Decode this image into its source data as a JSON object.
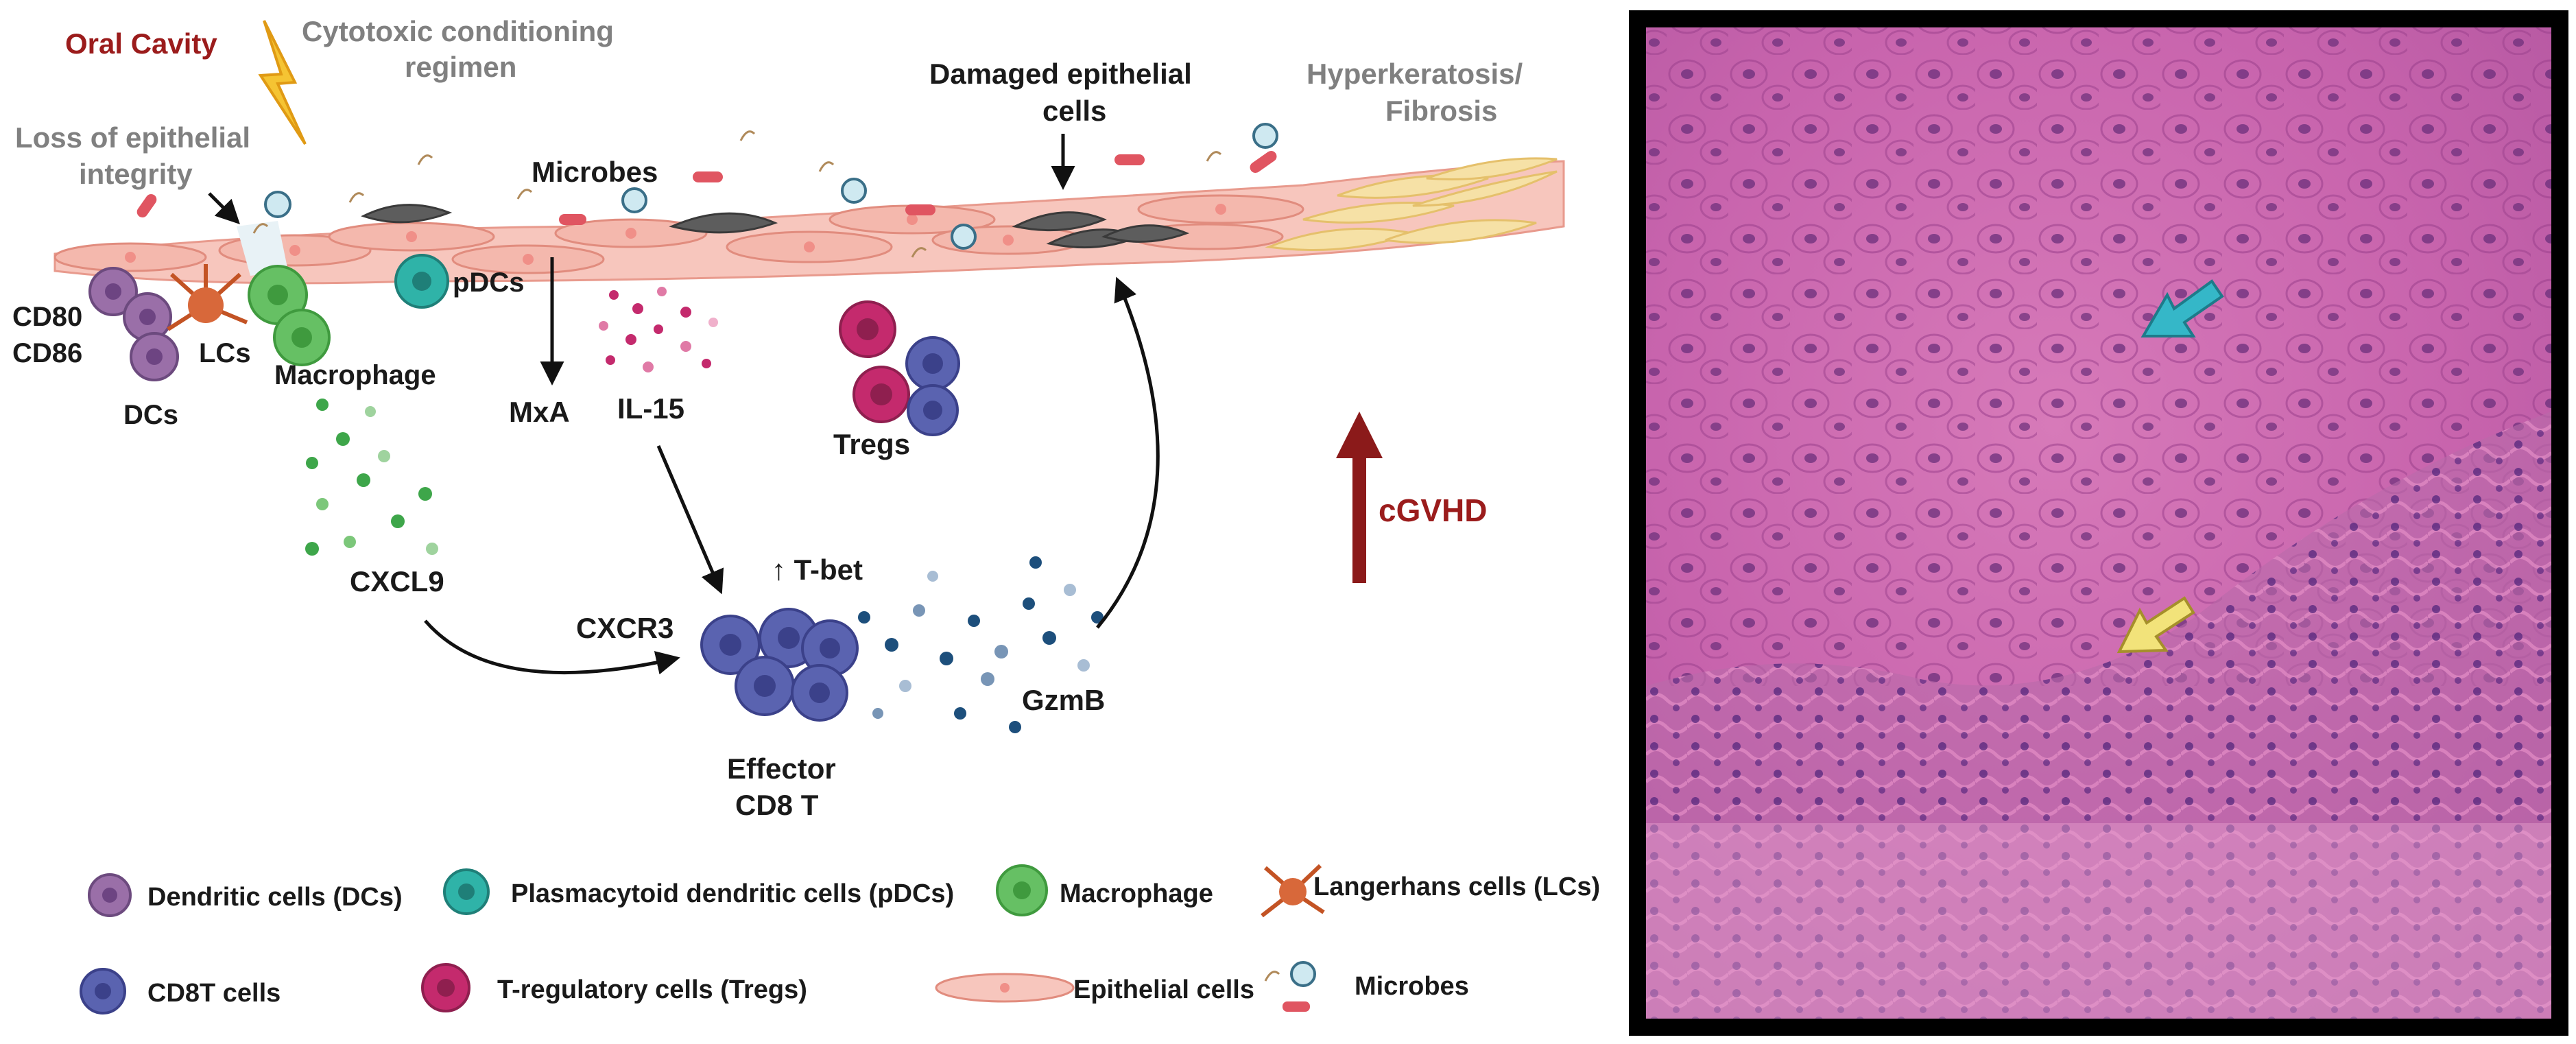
{
  "labels": {
    "oral_cavity": "Oral Cavity",
    "cytotoxic_line1": "Cytotoxic conditioning",
    "cytotoxic_line2": "regimen",
    "loss_line1": "Loss of epithelial",
    "loss_line2": "integrity",
    "microbes": "Microbes",
    "damaged_line1": "Damaged epithelial",
    "damaged_line2": "cells",
    "hyper_line1": "Hyperkeratosis/",
    "hyper_line2": "Fibrosis",
    "cd80": "CD80",
    "cd86": "CD86",
    "lcs": "LCs",
    "dcs": "DCs",
    "pdcs": "pDCs",
    "macrophage": "Macrophage",
    "mxa": "MxA",
    "il15": "IL-15",
    "tregs": "Tregs",
    "cxcl9": "CXCL9",
    "tbet": "↑ T-bet",
    "cxcr3": "CXCR3",
    "gzmb": "GzmB",
    "effector_line1": "Effector",
    "effector_line2": "CD8 T",
    "cgvhd": "cGVHD"
  },
  "legend": {
    "dcs": "Dendritic cells (DCs)",
    "pdcs": "Plasmacytoid dendritic cells (pDCs)",
    "macrophage": "Macrophage",
    "lcs": "Langerhans cells (LCs)",
    "cd8": "CD8T cells",
    "tregs": "T-regulatory cells (Tregs)",
    "epithelial": "Epithelial cells",
    "microbes": "Microbes"
  },
  "colors": {
    "oral_cavity": "#9b1c1c",
    "cgvhd_arrow": "#8b1a1a",
    "epithelium": "#f7c6bd",
    "damaged_cell": "#5d5d5d",
    "keratin": "#f6e1a6",
    "dc": "#9a6fa8",
    "pdc": "#2fb3a8",
    "macrophage": "#66c064",
    "lc": "#d8683a",
    "cd8": "#5a63b0",
    "treg": "#c42a6d",
    "lightning": "#f5c433",
    "histology_bg": "#d671b4"
  }
}
